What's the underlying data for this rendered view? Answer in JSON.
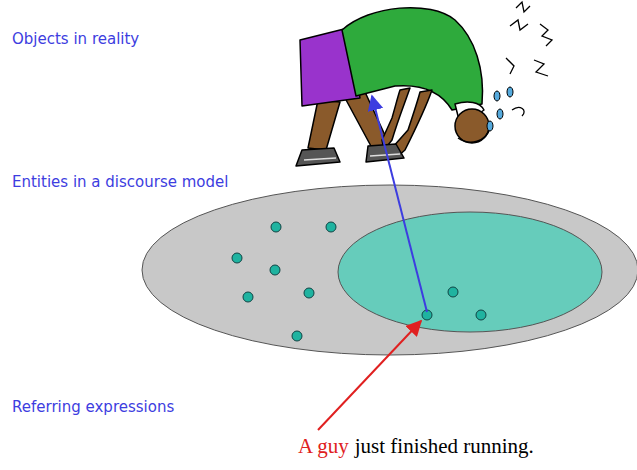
{
  "diagram": {
    "labels": [
      "Objects in reality",
      "Entities in a discourse model",
      "Referring expressions",
      "A guy",
      "just finished running."
    ]
  }
}
